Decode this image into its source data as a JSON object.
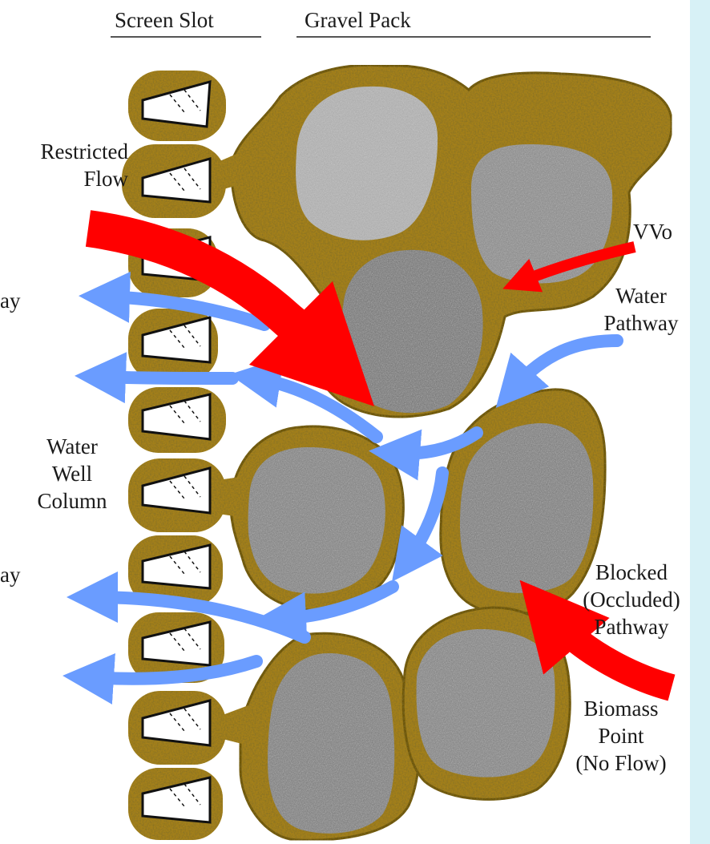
{
  "colors": {
    "brown_matrix": "#a4801b",
    "brown_dark": "#5a4509",
    "gravel_light": "#b9b9b9",
    "gravel_dark": "#6e6e6e",
    "flow_red": "#ff0000",
    "water_blue": "#6a9cff",
    "side_strip": "#d7f1f6"
  },
  "headers": {
    "screen_slot": "Screen Slot",
    "gravel_pack": "Gravel Pack"
  },
  "labels": {
    "restricted_flow": "Restricted\nFlow",
    "vvo": "VVo",
    "water_pathway_right": "Water\nPathway",
    "water_well_column": "Water\nWell\nColumn",
    "cut_top": "ay",
    "cut_bottom": "ay",
    "blocked_pathway": "Blocked\n(Occluded)\nPathway",
    "biomass_point": "Biomass\nPoint\n(No Flow)"
  },
  "icons": {
    "screen_slot": "wedge-wire-slot-icon",
    "gravel": "gravel-grain-icon",
    "red_arrow": "red-flow-arrow-icon",
    "blue_arrow": "water-arrow-icon"
  }
}
